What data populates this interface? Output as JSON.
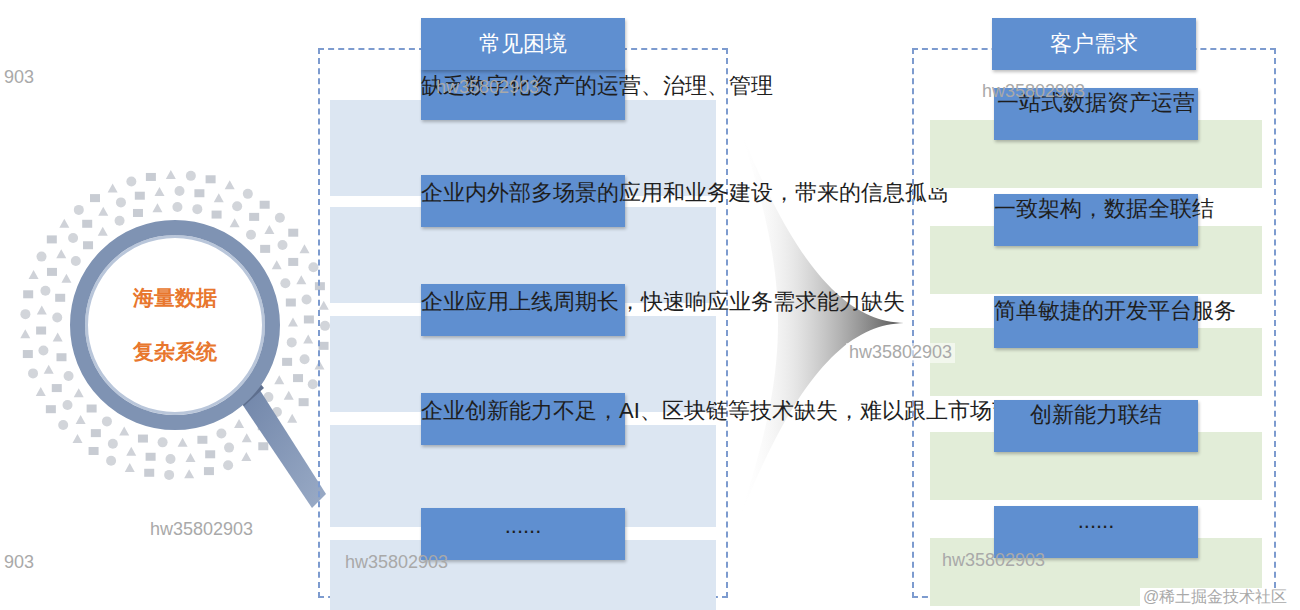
{
  "diagram": {
    "nodes": [
      {
        "text": [
          "海量数据",
          "复杂系统"
        ]
      },
      {
        "text": [
          "常见困境"
        ]
      },
      {
        "text": [
          "缺乏数字化资产的运营、治理、管理"
        ],
        "in": 1
      },
      {
        "text": [
          "企业内外部多场景的应用和业务建设，带来的信息孤岛"
        ],
        "in": 1
      },
      {
        "text": [
          "企业应用上线周期长，快速响应业务需求能力缺失"
        ],
        "in": 1
      },
      {
        "text": [
          "企业创新能力不足，AI、区块链等技术缺失，难以跟上市场节奏"
        ],
        "in": 1
      },
      {
        "text": [
          "......"
        ],
        "in": 1
      },
      {
        "text": [
          "客户需求"
        ]
      },
      {
        "text": [
          "一站式数据资产运营"
        ],
        "in": 7
      },
      {
        "text": [
          "一致架构，数据全联结"
        ],
        "in": 7
      },
      {
        "text": [
          "简单敏捷的开发平台服务"
        ],
        "in": 7
      },
      {
        "text": [
          "创新能力联结"
        ],
        "in": 7
      },
      {
        "text": [
          "......"
        ],
        "in": 7
      }
    ],
    "edges": [
      {
        "from": 1,
        "to": 7,
        "arrow": "to"
      }
    ],
    "labels": [
      "hw35802903",
      "hw35802903",
      "hw35802903",
      "hw35802903",
      "hw35802903",
      "hw35802903",
      "903",
      "903",
      "@稀土掘金技术社区"
    ]
  }
}
